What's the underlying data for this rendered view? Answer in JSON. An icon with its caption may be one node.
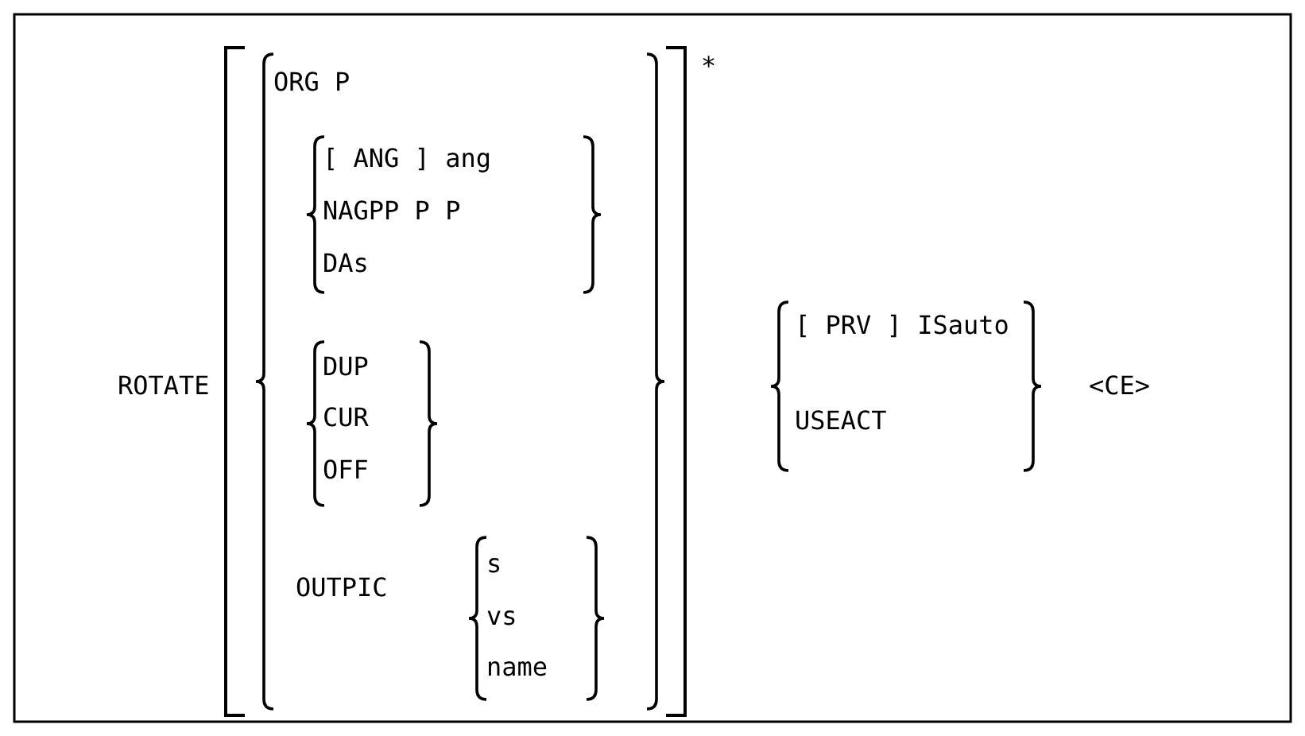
{
  "diagram": {
    "labels": [
      "ROTATE",
      "ORG P",
      "*",
      "[ ANG ] ang",
      "NAGPP P P",
      "DAs",
      "[ PRV ] ISauto",
      "DUP",
      "USEACT",
      "<CE>",
      "CUR",
      "OFF",
      "OUTPIC",
      "s",
      "vs",
      "name"
    ]
  }
}
